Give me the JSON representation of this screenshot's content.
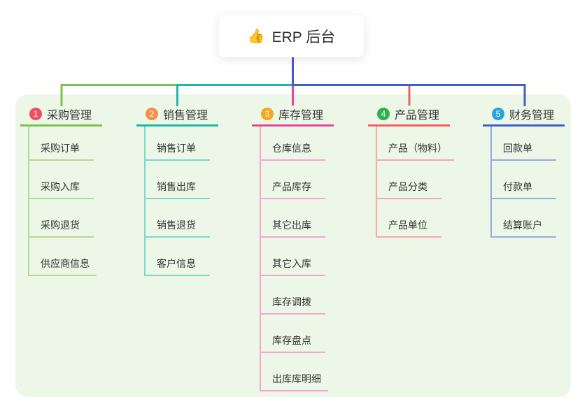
{
  "root": {
    "icon": "👍",
    "title": "ERP 后台"
  },
  "canvas": {
    "panel_bg": "#ecf7e7",
    "root_line_color": "#4a57d0"
  },
  "branches": [
    {
      "badge": "1",
      "badge_color": "#ee4d64",
      "label": "采购管理",
      "line_color": "#7cc24e",
      "child_line_color": "#b5da92",
      "children": [
        "采购订单",
        "采购入库",
        "采购退货",
        "供应商信息"
      ]
    },
    {
      "badge": "2",
      "badge_color": "#f78f4a",
      "label": "销售管理",
      "line_color": "#1db8a7",
      "child_line_color": "#7fd6ca",
      "children": [
        "销售订单",
        "销售出库",
        "销售退货",
        "客户信息"
      ]
    },
    {
      "badge": "3",
      "badge_color": "#f5a61e",
      "label": "库存管理",
      "line_color": "#e8439c",
      "child_line_color": "#f5a6d0",
      "children": [
        "仓库信息",
        "产品库存",
        "其它出库",
        "其它入库",
        "库存调拨",
        "库存盘点",
        "出库库明细"
      ]
    },
    {
      "badge": "4",
      "badge_color": "#2fb14c",
      "label": "产品管理",
      "line_color": "#f45f5f",
      "child_line_color": "#f9a9a9",
      "children": [
        "产品（物料）",
        "产品分类",
        "产品单位"
      ]
    },
    {
      "badge": "5",
      "badge_color": "#2aa2dc",
      "label": "财务管理",
      "line_color": "#3f5ec9",
      "child_line_color": "#96abdf",
      "children": [
        "回款单",
        "付款单",
        "结算账户"
      ]
    }
  ]
}
